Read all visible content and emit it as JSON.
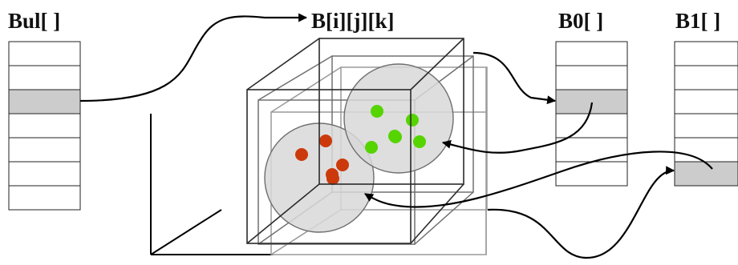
{
  "labels": {
    "bul": "Bul[ ]",
    "grid": "B[i][j][k]",
    "b0": "B0[ ]",
    "b1": "B1[ ]"
  },
  "arrays": {
    "bul": {
      "cells": 7,
      "highlighted_index": 2
    },
    "b0": {
      "cells": 6,
      "highlighted_index": 2
    },
    "b1": {
      "cells": 6,
      "highlighted_index": 5
    }
  },
  "particles": {
    "red_count": 5,
    "green_count": 6
  },
  "colors": {
    "highlight": "#cccccc",
    "sphere": "#d8d8d8",
    "red_particle": "#cc3a0c",
    "green_particle": "#55d400"
  }
}
